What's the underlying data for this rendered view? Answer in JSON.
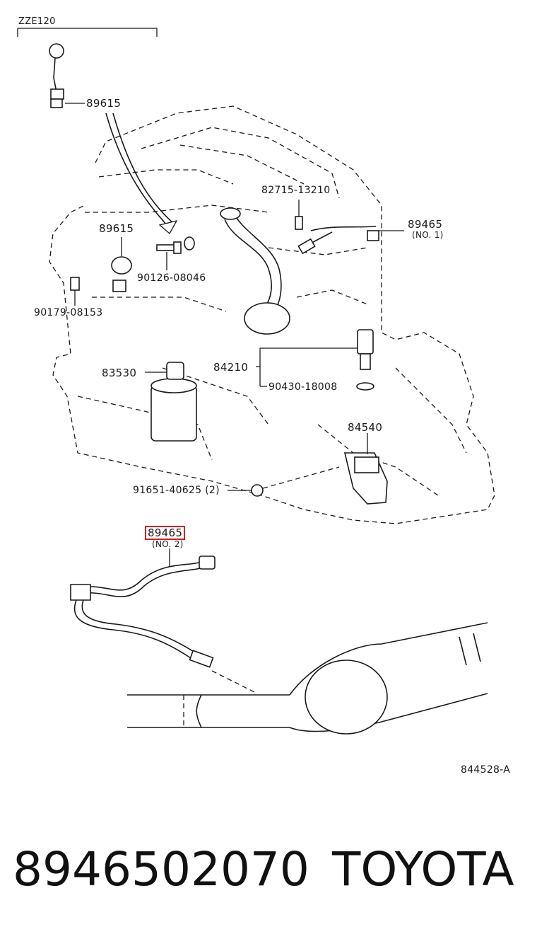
{
  "diagram": {
    "model_code": "ZZE120",
    "labels": {
      "p89615_top": "89615",
      "p89615_mid": "89615",
      "p90126": "90126-08046",
      "p90179": "90179-08153",
      "p82715": "82715-13210",
      "p89465_no1": "89465",
      "p89465_no1_note": "(NO. 1)",
      "p83530": "83530",
      "p84210": "84210",
      "p90430": "90430-18008",
      "p84540": "84540",
      "p91651": "91651-40625 (2)",
      "p89465_no2": "89465",
      "p89465_no2_note": "(NO. 2)"
    },
    "highlight_color": "#d62020",
    "figure_code": "844528-A"
  },
  "footer": {
    "part_number": "8946502070",
    "brand": "TOYOTA"
  }
}
